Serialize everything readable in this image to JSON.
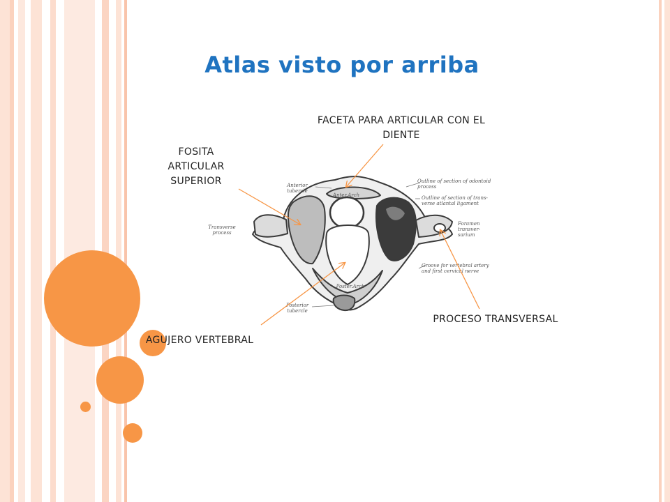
{
  "slide": {
    "title": "Atlas visto por arriba",
    "accent_color": "#f79646",
    "title_color": "#1f73c0"
  },
  "labels": {
    "faceta_line1": "FACETA PARA ARTICULAR CON EL",
    "faceta_line2": "DIENTE",
    "fosita_line1": "FOSITA",
    "fosita_line2": "ARTICULAR",
    "fosita_line3": "SUPERIOR",
    "proceso": "PROCESO TRANSVERSAL",
    "agujero": "AGUJERO VERTEBRAL"
  },
  "figure": {
    "anterior_tubercle": "Anterior tubercle",
    "anterior_arch": "Anter.Arch",
    "transverse_process_1": "Transverse",
    "transverse_process_2": "process",
    "posterior_arch": "Poster.Arch",
    "posterior_tubercle": "Posterior tubercle",
    "outline_odontoid_1": "Outline of section of odontoid",
    "outline_odontoid_2": "process",
    "outline_ligament_1": "Outline of section of trans-",
    "outline_ligament_2": "verse atlantal ligament",
    "foramen_1": "Foramen",
    "foramen_2": "transver-",
    "foramen_3": "sarium",
    "groove_1": "Groove for vertebral artery",
    "groove_2": "and first cervical nerve"
  }
}
